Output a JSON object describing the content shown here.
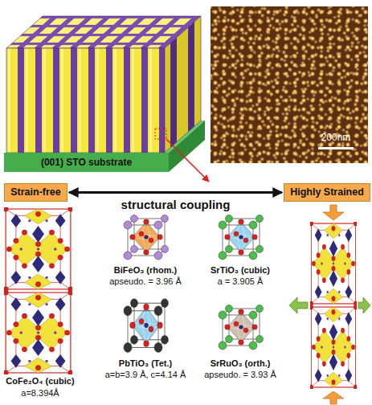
{
  "diagram": {
    "nodes": [
      {
        "text": [
          "(001) STO substrate"
        ]
      },
      {
        "text": [
          "Strain-free"
        ]
      },
      {
        "text": [
          "Highly Strained"
        ]
      }
    ],
    "edges": [
      {
        "from": 1,
        "to": 2,
        "arrow": "both",
        "label": "structural coupling"
      }
    ],
    "labels": [
      "200nm",
      "BiFeO₃ (rhom.)",
      "apseudo. = 3.96 Å",
      "SrTiO₃ (cubic)",
      "a = 3.905 Å",
      "PbTiO₃ (Tet.)",
      "a=b=3.9 Å, c=4.14 Å",
      "SrRuO₃ (orth.)",
      "apseudo. = 3.93 Å",
      "CoFe₂O₄ (cubic)",
      "a=8.394Å"
    ]
  }
}
